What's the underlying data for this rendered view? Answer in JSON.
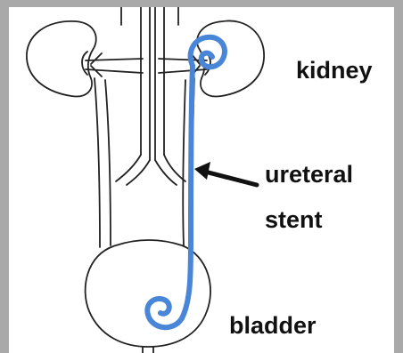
{
  "labels": {
    "kidney": "kidney",
    "ureteral": "ureteral",
    "stent": "stent",
    "bladder": "bladder"
  },
  "colors": {
    "stent": "#4a86d8",
    "outline": "#222222",
    "frame": "#a9a9a9",
    "text": "#111111"
  }
}
